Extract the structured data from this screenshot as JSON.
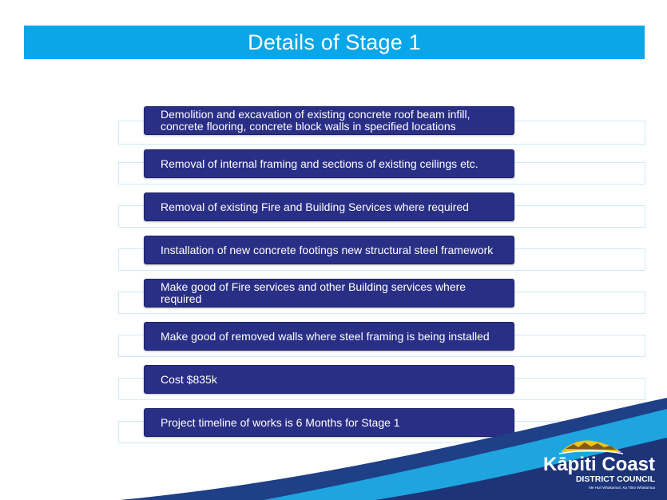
{
  "slide": {
    "title": "Details of Stage 1",
    "items": [
      {
        "text": "Demolition and excavation of existing concrete roof beam infill, concrete flooring, concrete block walls in specified locations"
      },
      {
        "text": "Removal of internal framing and sections of existing ceilings etc."
      },
      {
        "text": "Removal of existing Fire and Building Services where required"
      },
      {
        "text": "Installation of new concrete footings new structural steel framework"
      },
      {
        "text": "Make good of Fire services and other Building services where required"
      },
      {
        "text": "Make good of removed walls where steel framing is being installed"
      },
      {
        "text": "Cost $835k"
      },
      {
        "text": "Project timeline of works is 6 Months for Stage 1"
      }
    ]
  },
  "logo": {
    "name": "Kāpiti Coast",
    "subtitle": "DISTRICT COUNCIL",
    "tagline": "Me Huri Whakamuri, Ka Titiro Whakamua"
  },
  "colors": {
    "title_bar": "#0aa6e8",
    "item_box": "#2a2f86",
    "swoosh_dark": "#1f3f87",
    "swoosh_light": "#1ea5df"
  }
}
